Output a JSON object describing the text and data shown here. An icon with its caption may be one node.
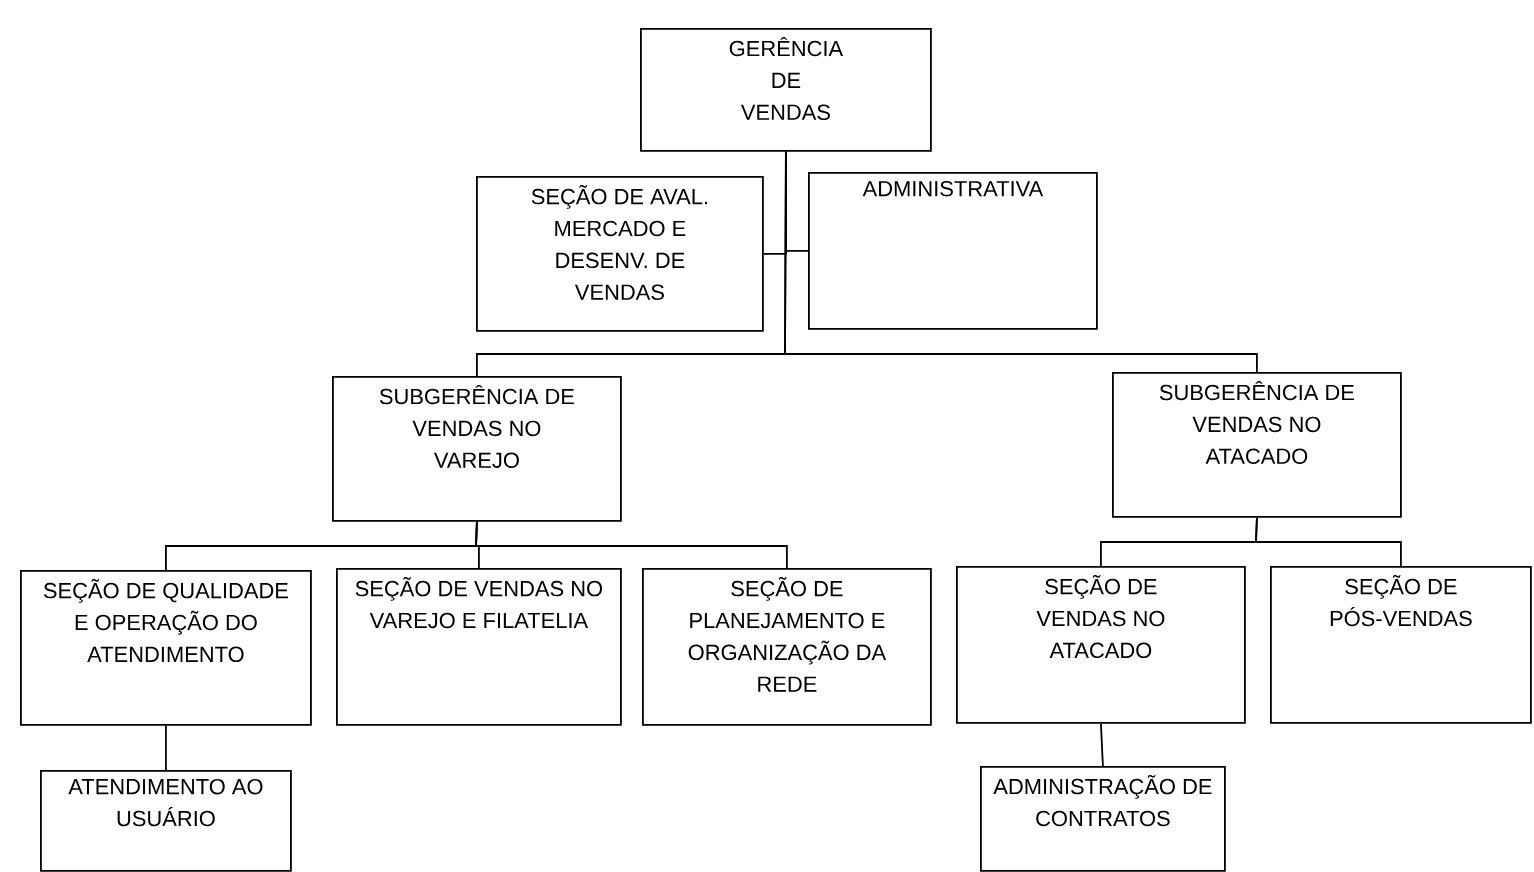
{
  "diagram": {
    "nodes": [
      {
        "text": [
          "GERÊNCIA DE VENDAS"
        ]
      },
      {
        "text": [
          "SEÇÃO DE AVAL. MERCADO E DESENV. DE VENDAS"
        ]
      },
      {
        "text": [
          "ADMINISTRATIVA"
        ]
      },
      {
        "text": [
          "SUBGERÊNCIA DE VENDAS NO VAREJO"
        ]
      },
      {
        "text": [
          "SUBGERÊNCIA DE VENDAS NO ATACADO"
        ]
      },
      {
        "text": [
          "SEÇÃO DE QUALIDADE E OPERAÇÃO DO ATENDIMENTO"
        ]
      },
      {
        "text": [
          "SEÇÃO DE VENDAS NO VAREJO E FILATELIA"
        ]
      },
      {
        "text": [
          "SEÇÃO DE PLANEJAMENTO E ORGANIZAÇÃO DA REDE"
        ]
      },
      {
        "text": [
          "SEÇÃO DE VENDAS NO ATACADO"
        ]
      },
      {
        "text": [
          "SEÇÃO DE PÓS-VENDAS"
        ]
      },
      {
        "text": [
          "ATENDIMENTO AO USUÁRIO"
        ]
      },
      {
        "text": [
          "ADMINISTRAÇÃO DE CONTRATOS"
        ]
      }
    ],
    "edges": [
      {
        "from": 0,
        "to": 1,
        "arrow": "none"
      },
      {
        "from": 0,
        "to": 2,
        "arrow": "none"
      },
      {
        "from": 0,
        "to": 3,
        "arrow": "none"
      },
      {
        "from": 0,
        "to": 4,
        "arrow": "none"
      },
      {
        "from": 3,
        "to": 5,
        "arrow": "none"
      },
      {
        "from": 3,
        "to": 6,
        "arrow": "none"
      },
      {
        "from": 3,
        "to": 7,
        "arrow": "none"
      },
      {
        "from": 4,
        "to": 8,
        "arrow": "none"
      },
      {
        "from": 4,
        "to": 9,
        "arrow": "none"
      },
      {
        "from": 5,
        "to": 10,
        "arrow": "none"
      },
      {
        "from": 8,
        "to": 11,
        "arrow": "none"
      }
    ]
  }
}
